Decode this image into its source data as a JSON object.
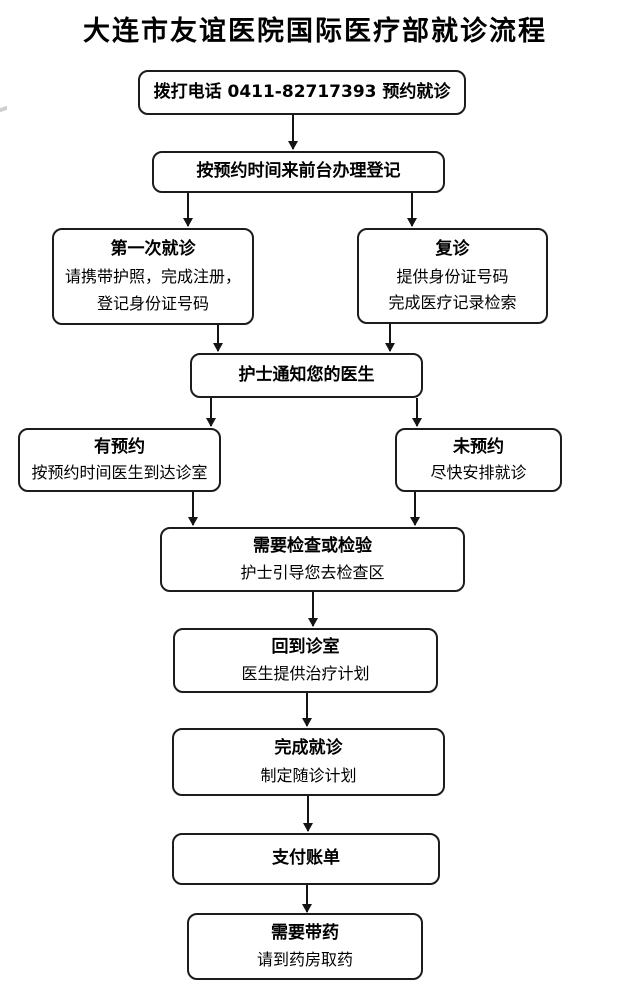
{
  "title": "大连市友谊医院国际医疗部就诊流程",
  "colors": {
    "line": "#141414",
    "border": "#1c1c1c",
    "background": "#ffffff",
    "text": "#000000"
  },
  "flow": {
    "nodes": [
      {
        "id": "call-appointment",
        "title": "拨打电话 0411-82717393 预约就诊",
        "lines": []
      },
      {
        "id": "front-desk-registration",
        "title": "按预约时间来前台办理登记",
        "lines": []
      },
      {
        "id": "first-visit",
        "title": "第一次就诊",
        "lines": [
          "请携带护照，完成注册，",
          "登记身份证号码"
        ]
      },
      {
        "id": "follow-up-visit",
        "title": "复诊",
        "lines": [
          "提供身份证号码",
          "完成医疗记录检索"
        ]
      },
      {
        "id": "nurse-notifies-doctor",
        "title": "护士通知您的医生",
        "lines": []
      },
      {
        "id": "with-appointment",
        "title": "有预约",
        "lines": [
          "按预约时间医生到达诊室"
        ]
      },
      {
        "id": "no-appointment",
        "title": "未预约",
        "lines": [
          "尽快安排就诊"
        ]
      },
      {
        "id": "need-exam-or-test",
        "title": "需要检查或检验",
        "lines": [
          "护士引导您去检查区"
        ]
      },
      {
        "id": "return-to-room",
        "title": "回到诊室",
        "lines": [
          "医生提供治疗计划"
        ]
      },
      {
        "id": "complete-visit",
        "title": "完成就诊",
        "lines": [
          "制定随诊计划"
        ]
      },
      {
        "id": "pay-bill",
        "title": "支付账单",
        "lines": []
      },
      {
        "id": "need-medication",
        "title": "需要带药",
        "lines": [
          "请到药房取药"
        ]
      }
    ],
    "edges": [
      {
        "from": "call-appointment",
        "to": "front-desk-registration"
      },
      {
        "from": "front-desk-registration",
        "to": "first-visit"
      },
      {
        "from": "front-desk-registration",
        "to": "follow-up-visit"
      },
      {
        "from": "first-visit",
        "to": "nurse-notifies-doctor"
      },
      {
        "from": "follow-up-visit",
        "to": "nurse-notifies-doctor"
      },
      {
        "from": "nurse-notifies-doctor",
        "to": "with-appointment"
      },
      {
        "from": "nurse-notifies-doctor",
        "to": "no-appointment"
      },
      {
        "from": "with-appointment",
        "to": "need-exam-or-test"
      },
      {
        "from": "no-appointment",
        "to": "need-exam-or-test"
      },
      {
        "from": "need-exam-or-test",
        "to": "return-to-room"
      },
      {
        "from": "return-to-room",
        "to": "complete-visit"
      },
      {
        "from": "complete-visit",
        "to": "pay-bill"
      },
      {
        "from": "pay-bill",
        "to": "need-medication"
      }
    ]
  }
}
